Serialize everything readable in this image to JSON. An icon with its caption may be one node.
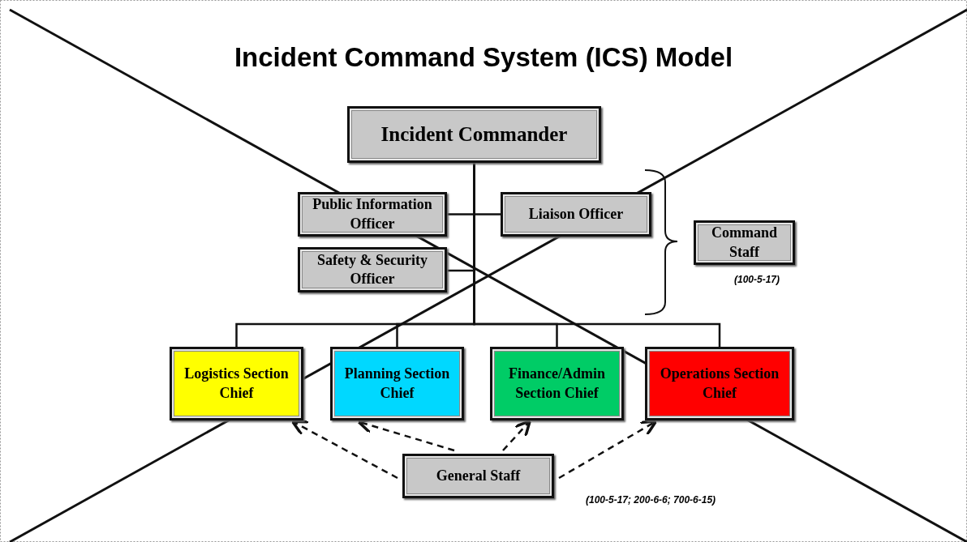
{
  "diagram": {
    "title": "Incident Command System (ICS) Model",
    "nodes": [
      {
        "text": [
          "Incident Commander"
        ]
      },
      {
        "text": [
          "Public Information Officer"
        ]
      },
      {
        "text": [
          "Liaison Officer"
        ]
      },
      {
        "text": [
          "Safety & Security Officer"
        ]
      },
      {
        "text": [
          "Command Staff"
        ],
        "beside": [
          "(100-5-17)"
        ]
      },
      {
        "text": [
          "Logistics Section Chief"
        ]
      },
      {
        "text": [
          "Planning Section Chief"
        ]
      },
      {
        "text": [
          "Finance/Admin Section Chief"
        ]
      },
      {
        "text": [
          "Operations Section Chief"
        ]
      },
      {
        "text": [
          "General Staff"
        ],
        "beside": [
          "(100-5-17; 200-6-6; 700-6-15)"
        ]
      }
    ],
    "edges": [
      {
        "from": 0,
        "to": 1,
        "arrow": "none"
      },
      {
        "from": 0,
        "to": 2,
        "arrow": "none"
      },
      {
        "from": 0,
        "to": 3,
        "arrow": "none"
      },
      {
        "from": 0,
        "to": 5,
        "arrow": "none"
      },
      {
        "from": 0,
        "to": 6,
        "arrow": "none"
      },
      {
        "from": 0,
        "to": 7,
        "arrow": "none"
      },
      {
        "from": 0,
        "to": 8,
        "arrow": "none"
      },
      {
        "from": 9,
        "to": 5,
        "arrow": "to",
        "style": "dashed"
      },
      {
        "from": 9,
        "to": 6,
        "arrow": "to",
        "style": "dashed"
      },
      {
        "from": 9,
        "to": 7,
        "arrow": "to",
        "style": "dashed"
      },
      {
        "from": 9,
        "to": 8,
        "arrow": "to",
        "style": "dashed"
      }
    ]
  }
}
